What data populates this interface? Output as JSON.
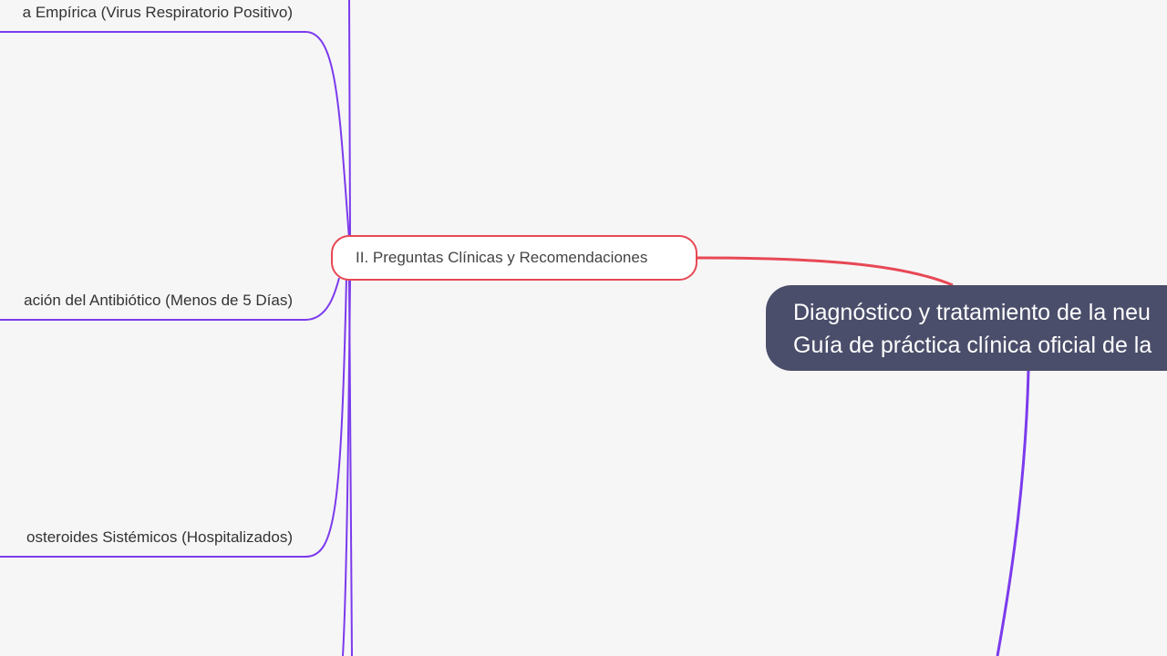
{
  "colors": {
    "background": "#f6f6f6",
    "root_fill": "#4b4e6a",
    "branch_red": "#e84855",
    "branch_purple": "#7c3aed"
  },
  "root": {
    "line1": "Diagnóstico y tratamiento de la neu",
    "line2": "Guía de práctica clínica oficial de la"
  },
  "branch": {
    "label": "II. Preguntas Clínicas y Recomendaciones"
  },
  "leaves": [
    {
      "label": "a Empírica (Virus Respiratorio Positivo)"
    },
    {
      "label": "ación del Antibiótico (Menos de 5 Días)"
    },
    {
      "label": "osteroides Sistémicos (Hospitalizados)"
    }
  ]
}
